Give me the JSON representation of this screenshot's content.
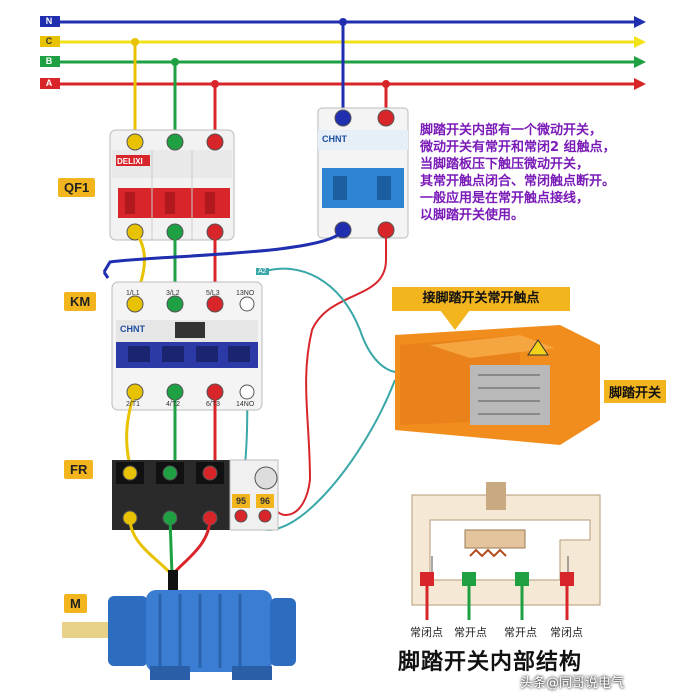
{
  "bus_labels": {
    "N": "N",
    "C": "C",
    "B": "B",
    "A": "A"
  },
  "components": {
    "qf1": "QF1",
    "km": "KM",
    "fr": "FR",
    "m": "M"
  },
  "breaker_brand": "DELIXI",
  "mcb_brand": "CHNT",
  "contactor_brand": "CHNT",
  "km_terminals_top": [
    "1/L1",
    "3/L2",
    "5/L3",
    "13NO"
  ],
  "km_terminals_bottom": [
    "2/T1",
    "4/T2",
    "6/T3",
    "14NO"
  ],
  "a2_label": "A2",
  "fr_contacts": [
    "95",
    "96"
  ],
  "note_lines": [
    "脚踏开关内部有一个微动开关，",
    "微动开关有常开和常闭2 组触点，",
    "当脚踏板压下触压微动开关，",
    "其常开触点闭合、常闭触点断开。",
    "一般应用是在常开触点接线，",
    "以脚踏开关使用。"
  ],
  "callout": "接脚踏开关常开触点",
  "footswitch_label": "脚踏开关",
  "contact_labels": [
    "常闭点",
    "常开点",
    "常开点",
    "常闭点"
  ],
  "structure_title": "脚踏开关内部结构",
  "watermark": "头条@同哥说电气",
  "colors": {
    "bus_n": "#1f2fb0",
    "bus_c": "#f2e21a",
    "bus_b": "#1ea043",
    "bus_a": "#d8252a",
    "label_bg": "#f2b51e",
    "note_text": "#7a1bb8",
    "control_wire": "#3aa7a8"
  }
}
